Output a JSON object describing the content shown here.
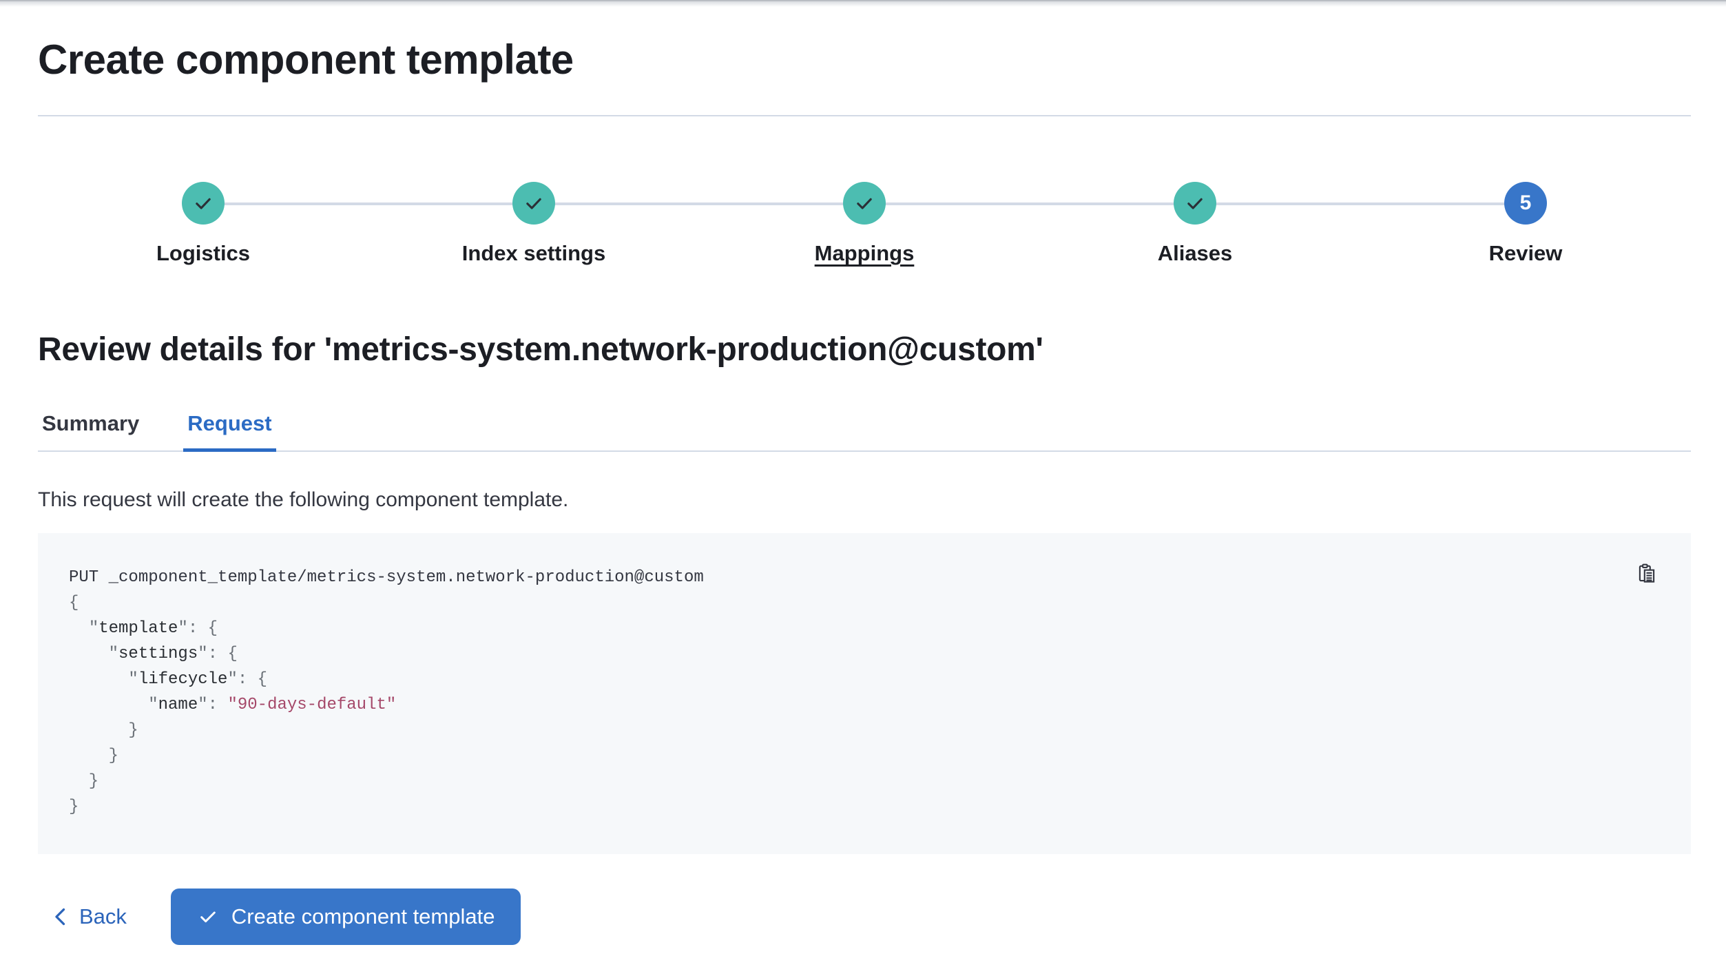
{
  "page": {
    "title": "Create component template"
  },
  "stepper": {
    "steps": [
      {
        "label": "Logistics",
        "status": "complete",
        "underlined": false
      },
      {
        "label": "Index settings",
        "status": "complete",
        "underlined": false
      },
      {
        "label": "Mappings",
        "status": "complete",
        "underlined": true
      },
      {
        "label": "Aliases",
        "status": "complete",
        "underlined": false
      },
      {
        "label": "Review",
        "status": "current",
        "number": "5",
        "underlined": false
      }
    ]
  },
  "review": {
    "heading": "Review details for 'metrics-system.network-production@custom'",
    "tabs": [
      {
        "label": "Summary",
        "selected": false
      },
      {
        "label": "Request",
        "selected": true
      }
    ],
    "description": "This request will create the following component template."
  },
  "code": {
    "copy_icon": "copy-clipboard-icon",
    "lines": [
      [
        [
          "p",
          "PUT _component_template/metrics-system.network-production@custom"
        ]
      ],
      [
        [
          "g",
          "{"
        ]
      ],
      [
        [
          "p",
          "  "
        ],
        [
          "q",
          "\""
        ],
        [
          "k",
          "template"
        ],
        [
          "q",
          "\""
        ],
        [
          "g",
          ": {"
        ]
      ],
      [
        [
          "p",
          "    "
        ],
        [
          "q",
          "\""
        ],
        [
          "k",
          "settings"
        ],
        [
          "q",
          "\""
        ],
        [
          "g",
          ": {"
        ]
      ],
      [
        [
          "p",
          "      "
        ],
        [
          "q",
          "\""
        ],
        [
          "k",
          "lifecycle"
        ],
        [
          "q",
          "\""
        ],
        [
          "g",
          ": {"
        ]
      ],
      [
        [
          "p",
          "        "
        ],
        [
          "q",
          "\""
        ],
        [
          "k",
          "name"
        ],
        [
          "q",
          "\""
        ],
        [
          "g",
          ": "
        ],
        [
          "s",
          "\"90-days-default\""
        ]
      ],
      [
        [
          "g",
          "      }"
        ]
      ],
      [
        [
          "g",
          "    }"
        ]
      ],
      [
        [
          "g",
          "  }"
        ]
      ],
      [
        [
          "g",
          "}"
        ]
      ]
    ]
  },
  "footer": {
    "back_label": "Back",
    "create_label": "Create component template"
  },
  "colors": {
    "accent_blue": "#2b6bc4",
    "button_blue": "#3876c9",
    "step_complete_teal": "#4cbdb1",
    "connector_gray": "#d3dae6",
    "code_background": "#f6f8fa",
    "code_string_red": "#a54869",
    "text": "#343741",
    "heading_text": "#1c1e24"
  }
}
